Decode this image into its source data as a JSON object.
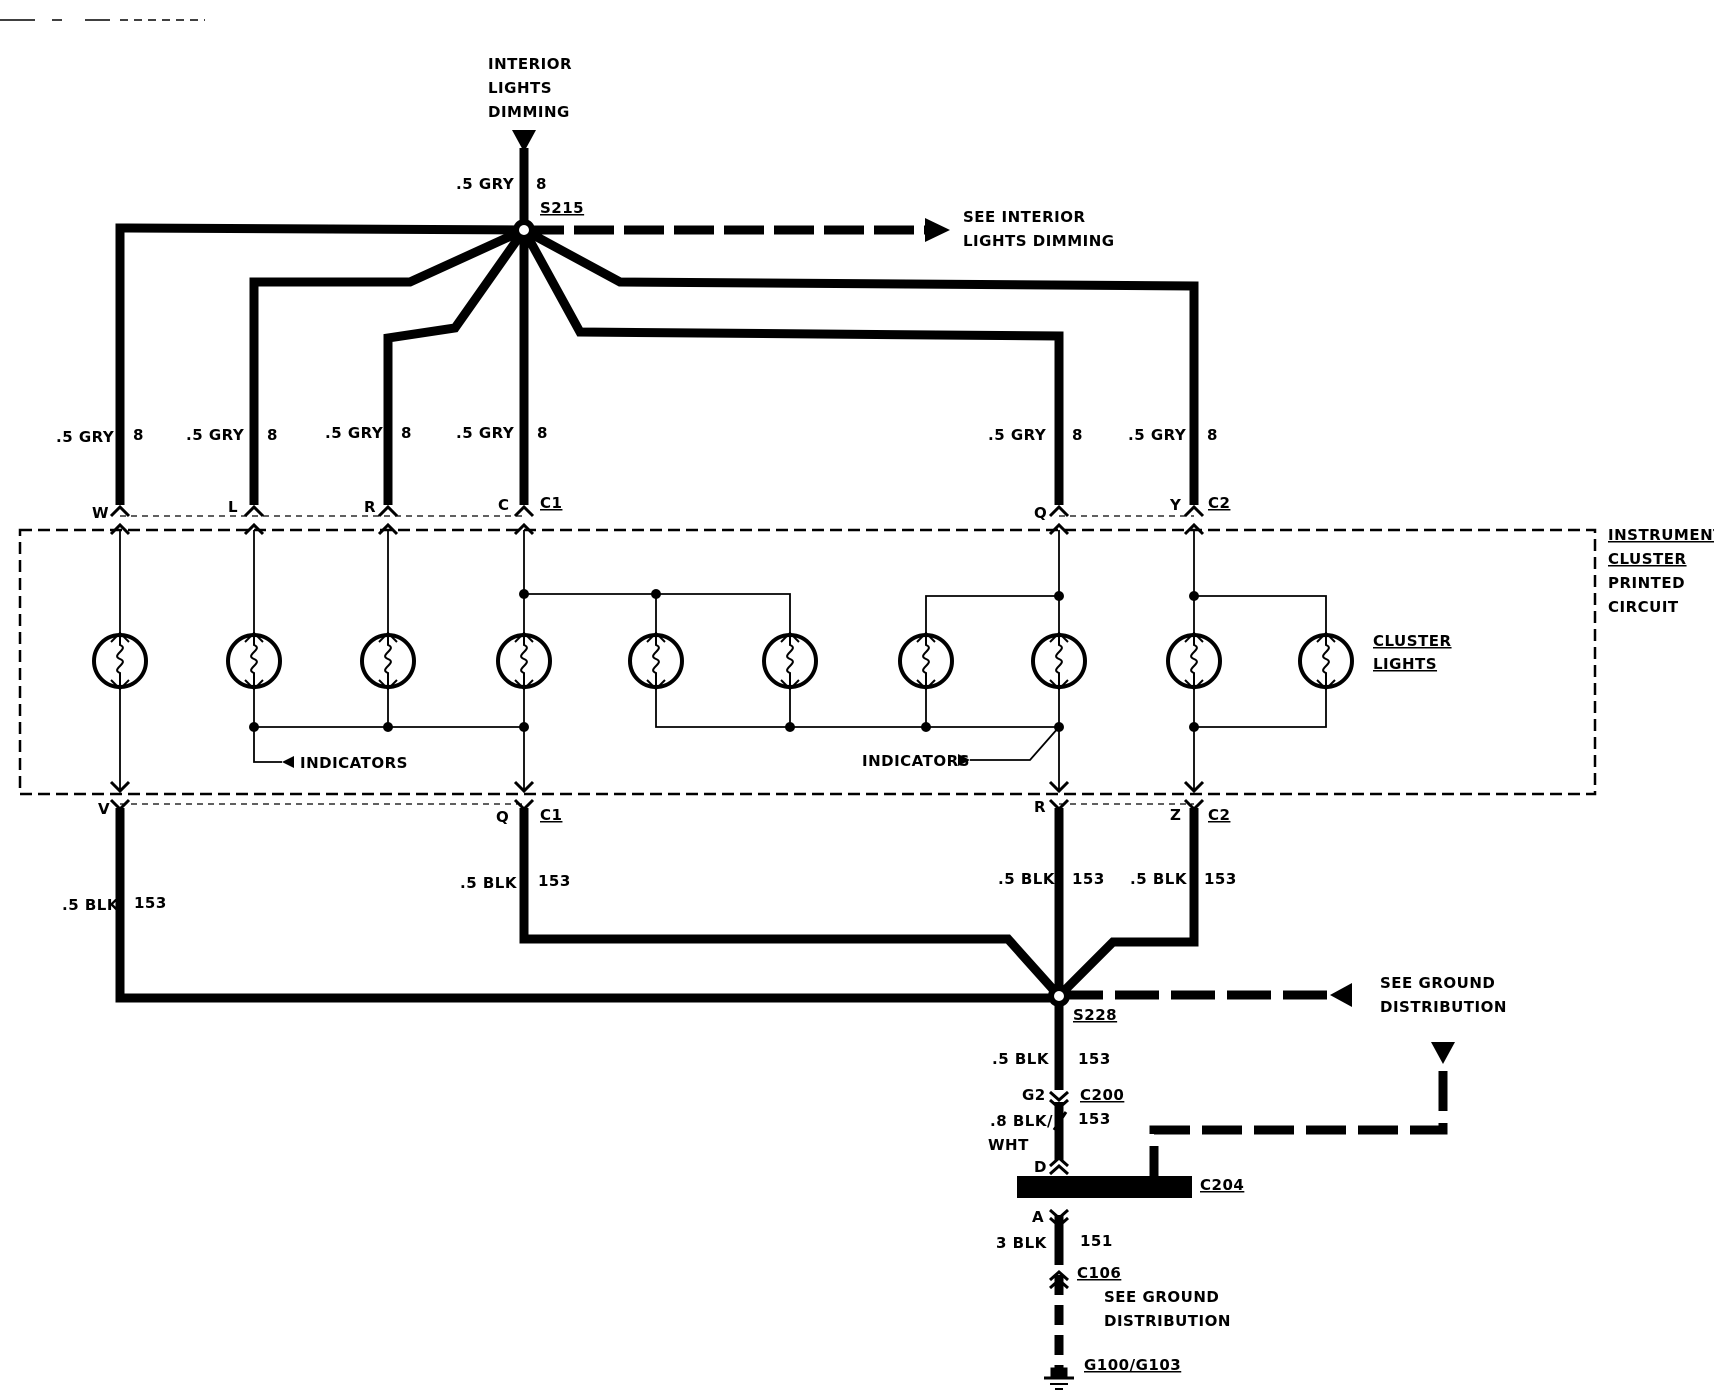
{
  "top_input": {
    "lines": [
      "INTERIOR",
      "LIGHTS",
      "DIMMING"
    ]
  },
  "top_wire": {
    "gauge": ".5 GRY",
    "circuit": "8"
  },
  "splice_top": {
    "id": "S215"
  },
  "see_interior": {
    "lines": [
      "SEE INTERIOR",
      "LIGHTS DIMMING"
    ]
  },
  "feed_wires": [
    {
      "gauge": ".5 GRY",
      "circuit": "8",
      "pin": "W"
    },
    {
      "gauge": ".5 GRY",
      "circuit": "8",
      "pin": "L"
    },
    {
      "gauge": ".5 GRY",
      "circuit": "8",
      "pin": "R"
    },
    {
      "gauge": ".5 GRY",
      "circuit": "8",
      "pin": "C"
    },
    {
      "gauge": ".5 GRY",
      "circuit": "8",
      "pin": "Q"
    },
    {
      "gauge": ".5 GRY",
      "circuit": "8",
      "pin": "Y"
    }
  ],
  "top_connectors": [
    "C1",
    "C2"
  ],
  "cluster_box": {
    "lines": [
      "INSTRUMENT",
      "CLUSTER",
      "PRINTED",
      "CIRCUIT"
    ]
  },
  "cluster_lights": {
    "lines": [
      "CLUSTER",
      "LIGHTS"
    ]
  },
  "indicators": [
    "INDICATORS",
    "INDICATORS"
  ],
  "ground_wires": [
    {
      "gauge": ".5 BLK",
      "circuit": "153",
      "pin": "V"
    },
    {
      "gauge": ".5 BLK",
      "circuit": "153",
      "pin": "Q"
    },
    {
      "gauge": ".5 BLK",
      "circuit": "153",
      "pin": "R"
    },
    {
      "gauge": ".5 BLK",
      "circuit": "153",
      "pin": "Z"
    }
  ],
  "bottom_connectors": [
    "C1",
    "C2"
  ],
  "splice_bottom": {
    "id": "S228"
  },
  "see_ground_1": {
    "lines": [
      "SEE GROUND",
      "DISTRIBUTION"
    ]
  },
  "lower_wire_1": {
    "gauge": ".5 BLK",
    "circuit": "153"
  },
  "c200": {
    "pin": "G2",
    "id": "C200"
  },
  "lower_wire_2": {
    "gauge_line1": ".8 BLK/",
    "gauge_line2": "WHT",
    "circuit": "153"
  },
  "c204": {
    "pin_top": "D",
    "pin_bottom": "A",
    "id": "C204"
  },
  "lower_wire_3": {
    "gauge": "3 BLK",
    "circuit": "151"
  },
  "c106": {
    "id": "C106"
  },
  "see_ground_2": {
    "lines": [
      "SEE GROUND",
      "DISTRIBUTION"
    ]
  },
  "ground": {
    "id": "G100/G103"
  }
}
